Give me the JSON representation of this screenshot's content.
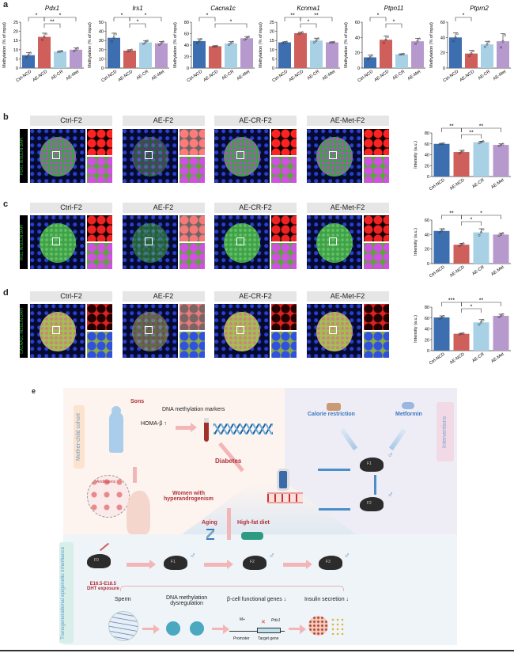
{
  "panel_labels": {
    "a": "a",
    "b": "b",
    "c": "c",
    "d": "d",
    "e": "e"
  },
  "colors": {
    "ctrl": "#3d6fb0",
    "ae": "#cf5f5b",
    "cr": "#a9d1e6",
    "met": "#b79acd"
  },
  "chart_data": [
    {
      "id": "pdx1",
      "type": "bar",
      "title": "Pdx1",
      "ylabel": "Methylation (% of input)",
      "categories": [
        "Ctrl-NCD",
        "AE-NCD",
        "AE-CR",
        "AE-Met"
      ],
      "values": [
        7,
        17,
        9,
        10
      ],
      "errors": [
        1.5,
        2,
        0.3,
        1
      ],
      "ylim": [
        0,
        25
      ],
      "ticks": [
        0,
        5,
        10,
        15,
        20,
        25
      ],
      "sig": [
        [
          0,
          1,
          "*"
        ],
        [
          1,
          2,
          "**"
        ],
        [
          1,
          3,
          "*"
        ]
      ]
    },
    {
      "id": "irs1",
      "type": "bar",
      "title": "Irs1",
      "ylabel": "Methylation (% of input)",
      "categories": [
        "Ctrl-NCD",
        "AE-NCD",
        "AE-CR",
        "AE-Met"
      ],
      "values": [
        33,
        19,
        28,
        27
      ],
      "errors": [
        5,
        1,
        2,
        2
      ],
      "ylim": [
        0,
        50
      ],
      "ticks": [
        0,
        10,
        20,
        30,
        40,
        50
      ],
      "sig": [
        [
          0,
          1,
          "*"
        ],
        [
          1,
          2,
          "*"
        ],
        [
          1,
          3,
          "*"
        ]
      ]
    },
    {
      "id": "cacna1c",
      "type": "bar",
      "title": "Cacna1c",
      "ylabel": "Methylation (% of input)",
      "categories": [
        "Ctrl-NCD",
        "AE-NCD",
        "AE-CR",
        "AE-Met"
      ],
      "values": [
        47,
        38,
        43,
        52
      ],
      "errors": [
        4,
        0.5,
        3,
        3
      ],
      "ylim": [
        0,
        80
      ],
      "ticks": [
        0,
        20,
        40,
        60,
        80
      ],
      "sig": [
        [
          0,
          1,
          "*"
        ],
        [
          1,
          3,
          "*"
        ]
      ]
    },
    {
      "id": "kcnma1",
      "type": "bar",
      "title": "Kcnma1",
      "ylabel": "Methylation (% of input)",
      "categories": [
        "Ctrl-NCD",
        "AE-NCD",
        "AE-CR",
        "AE-Met"
      ],
      "values": [
        14,
        19,
        15,
        14
      ],
      "errors": [
        0.3,
        0.5,
        1.3,
        0.2
      ],
      "ylim": [
        0,
        25
      ],
      "ticks": [
        0,
        5,
        10,
        15,
        20,
        25
      ],
      "sig": [
        [
          0,
          1,
          "**"
        ],
        [
          1,
          2,
          "*"
        ],
        [
          1,
          3,
          "**"
        ]
      ]
    },
    {
      "id": "ptpn11",
      "type": "bar",
      "title": "Ptpn11",
      "ylabel": "Methylation (% of input)",
      "categories": [
        "Ctrl-NCD",
        "AE-NCD",
        "AE-CR",
        "AE-Met"
      ],
      "values": [
        14,
        37,
        18,
        35
      ],
      "errors": [
        3,
        5,
        0.5,
        4
      ],
      "ylim": [
        0,
        60
      ],
      "ticks": [
        0,
        20,
        40,
        60
      ],
      "sig": [
        [
          0,
          1,
          "*"
        ],
        [
          1,
          2,
          "*"
        ]
      ]
    },
    {
      "id": "ptprn2",
      "type": "bar",
      "title": "Ptprn2",
      "ylabel": "Methylation (% of input)",
      "categories": [
        "Ctrl-NCD",
        "AE-NCD",
        "AE-CR",
        "AE-Met"
      ],
      "values": [
        40,
        19,
        31,
        35
      ],
      "errors": [
        6,
        4,
        4,
        10
      ],
      "ylim": [
        0,
        60
      ],
      "ticks": [
        0,
        20,
        40,
        60
      ],
      "sig": [
        [
          0,
          1,
          "*"
        ]
      ]
    },
    {
      "id": "b",
      "type": "bar",
      "title": "",
      "ylabel": "Intensity (a.u.)",
      "categories": [
        "Ctrl-NCD",
        "AE-NCD",
        "AE-CR",
        "AE-Met"
      ],
      "values": [
        60,
        45,
        63,
        58
      ],
      "errors": [
        1,
        3,
        2,
        2
      ],
      "ylim": [
        0,
        80
      ],
      "ticks": [
        0,
        20,
        40,
        60,
        80
      ],
      "sig": [
        [
          0,
          1,
          "**"
        ],
        [
          1,
          2,
          "**"
        ],
        [
          1,
          3,
          "**"
        ]
      ]
    },
    {
      "id": "c",
      "type": "bar",
      "title": "",
      "ylabel": "Intensity (a.u.)",
      "categories": [
        "Ctrl-NCD",
        "AE-NCD",
        "AE-CR",
        "AE-Met"
      ],
      "values": [
        45,
        26,
        43,
        40
      ],
      "errors": [
        3,
        2,
        5,
        2
      ],
      "ylim": [
        0,
        60
      ],
      "ticks": [
        0,
        20,
        40,
        60
      ],
      "sig": [
        [
          0,
          1,
          "**"
        ],
        [
          1,
          2,
          "*"
        ],
        [
          1,
          3,
          "*"
        ]
      ]
    },
    {
      "id": "d",
      "type": "bar",
      "title": "",
      "ylabel": "Intensity (a.u.)",
      "categories": [
        "Ctrl-NCD",
        "AE-NCD",
        "AE-CR",
        "AE-Met"
      ],
      "values": [
        61,
        31,
        52,
        64
      ],
      "errors": [
        3,
        1,
        5,
        3
      ],
      "ylim": [
        0,
        80
      ],
      "ticks": [
        0,
        20,
        40,
        60,
        80
      ],
      "sig": [
        [
          0,
          1,
          "***"
        ],
        [
          1,
          2,
          "*"
        ],
        [
          1,
          3,
          "**"
        ]
      ]
    }
  ],
  "microscopy": {
    "groups": [
      "Ctrl-F2",
      "AE-F2",
      "AE-CR-F2",
      "AE-Met-F2"
    ],
    "stains": {
      "b": "PDX1 INSULIN DAPI",
      "c": "IRS1 INSULIN DAPI",
      "d": "CACNA1C INSULIN DAPI"
    }
  },
  "schematic": {
    "mother_child": "Mother-child cohort",
    "sons": "Sons",
    "homa": "HOMA-β",
    "dna_markers": "DNA methylation markers",
    "androgens": "Androgens",
    "women_line1": "Women with",
    "women_line2": "hyperandrogenism",
    "diabetes": "Diabetes",
    "calorie": "Calorie restriction",
    "metformin": "Metformin",
    "interventions": "Interventions",
    "aging": "Aging",
    "hfd": "High-fat diet",
    "transgen": "Transgenerational epigenetic inheritance",
    "f0": "F0",
    "f1": "F1",
    "f2": "F2",
    "f3": "F3",
    "exposure1": "E16.5-E18.5",
    "exposure2": "DHT exposure",
    "sperm": "Sperm",
    "dys1": "DNA methylation",
    "dys2": "dysregulation",
    "beta": "β-cell functional genes ↓",
    "insulin": "Insulin secretion ↓",
    "mplus": "M+",
    "pdx1": "Pdx1",
    "promoter": "Promoter",
    "target": "Target gene",
    "male": "♂",
    "up": "↑"
  }
}
